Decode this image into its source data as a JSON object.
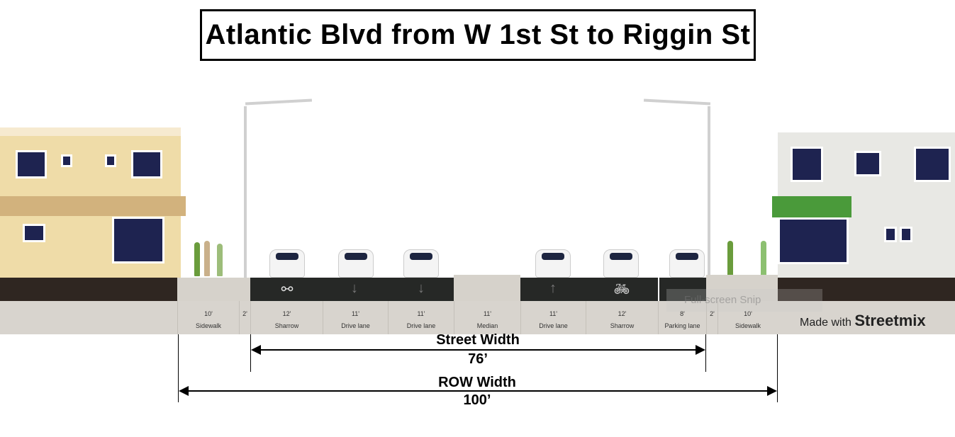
{
  "title": "Atlantic Blvd from W 1st St to Riggin St",
  "segments": [
    {
      "width": "10'",
      "name": "Sidewalk"
    },
    {
      "width": "2'",
      "name": ""
    },
    {
      "width": "12'",
      "name": "Sharrow",
      "icon": "sharrow-icon"
    },
    {
      "width": "11'",
      "name": "Drive lane",
      "icon": "arrow-down-icon"
    },
    {
      "width": "11'",
      "name": "Drive lane",
      "icon": "arrow-down-icon"
    },
    {
      "width": "11'",
      "name": "Median"
    },
    {
      "width": "11'",
      "name": "Drive lane",
      "icon": "arrow-up-icon"
    },
    {
      "width": "12'",
      "name": "Sharrow",
      "icon": "sharrow-icon"
    },
    {
      "width": "8'",
      "name": "Parking lane"
    },
    {
      "width": "2'",
      "name": ""
    },
    {
      "width": "10'",
      "name": "Sidewalk"
    }
  ],
  "street_width": {
    "label": "Street Width",
    "value": "76’"
  },
  "row_width": {
    "label": "ROW Width",
    "value": "100’"
  },
  "watermark": {
    "prefix": "Made with",
    "brand": "Streetmix"
  },
  "overlay": "Full-screen Snip",
  "colors": {
    "asphalt": "#262826",
    "sidewalk": "#d6d2cb",
    "ground": "#2f2621"
  }
}
